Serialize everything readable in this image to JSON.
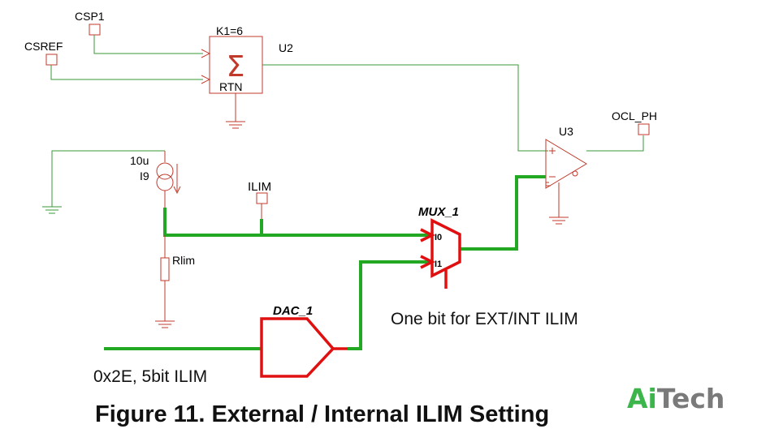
{
  "components": {
    "csp1": "CSP1",
    "csref": "CSREF",
    "summer_gain": "K1=6",
    "summer_rtn": "RTN",
    "summer_symbol": "Σ",
    "u2": "U2",
    "u3": "U3",
    "ocl_ph": "OCL_PH",
    "i9_value": "10u",
    "i9": "I9",
    "ilim": "ILIM",
    "rlim": "Rlim",
    "mux": "MUX_1",
    "mux_in0": "I0",
    "mux_in1": "I1",
    "dac": "DAC_1",
    "comp_plus": "+",
    "comp_minus": "−"
  },
  "notes": {
    "mux_select": "One bit for EXT/INT ILIM",
    "dac_code": "0x2E, 5bit ILIM"
  },
  "caption": "Figure 11. External / Internal ILIM Setting",
  "logo": {
    "part1": "Ai",
    "part2": "Tech",
    "color1": "#3cb54a",
    "color2": "#7a7a7a"
  },
  "colors": {
    "wire": "#3a9a3a",
    "bus": "#22a822",
    "component": "#c0392b",
    "highlight": "#e01010"
  }
}
